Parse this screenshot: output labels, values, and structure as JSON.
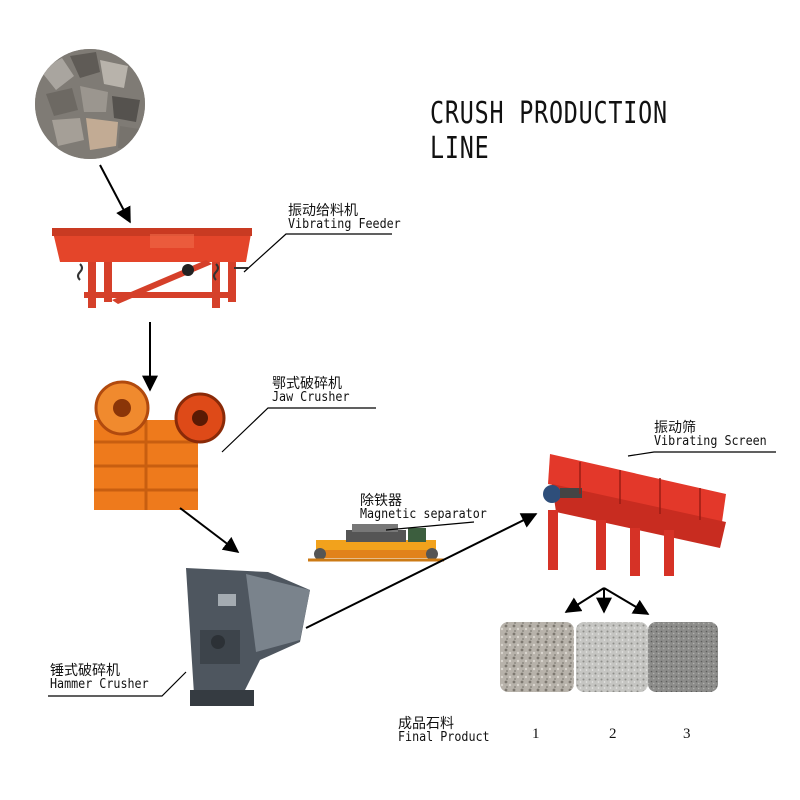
{
  "title": "CRUSH PRODUCTION LINE",
  "equipment": {
    "feeder": {
      "cn": "振动给料机",
      "en": "Vibrating Feeder"
    },
    "jaw": {
      "cn": "鄂式破碎机",
      "en": "Jaw Crusher"
    },
    "screen": {
      "cn": "振动筛",
      "en": "Vibrating Screen"
    },
    "magnetic": {
      "cn": "除铁器",
      "en": "Magnetic separator"
    },
    "hammer": {
      "cn": "锤式破碎机",
      "en": "Hammer Crusher"
    }
  },
  "final_product": {
    "cn": "成品石料",
    "en": "Final Product"
  },
  "product_numbers": [
    "1",
    "2",
    "3"
  ],
  "colors": {
    "machine_red": "#e4452a",
    "machine_orange": "#ee7a1c",
    "hammer_gray": "#4e565f",
    "arrow": "#000000"
  }
}
